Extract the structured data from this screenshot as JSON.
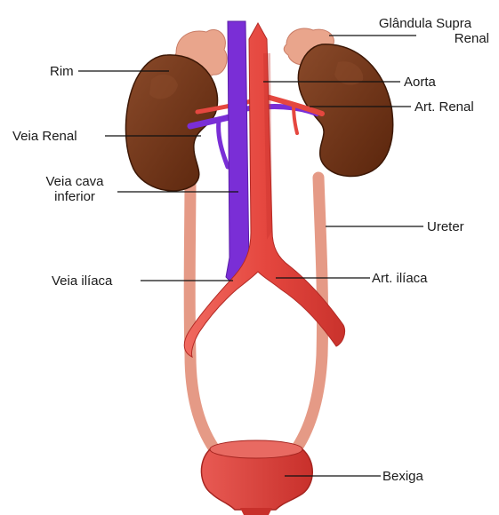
{
  "labels": {
    "glandula_line1": "Glândula Supra",
    "glandula_line2": "Renal",
    "rim": "Rim",
    "aorta": "Aorta",
    "art_renal": "Art. Renal",
    "veia_renal": "Veia Renal",
    "veia_cava_line1": "Veia cava",
    "veia_cava_line2": "inferior",
    "ureter": "Ureter",
    "veia_iliaca": "Veia ilíaca",
    "art_iliaca": "Art. ilíaca",
    "bexiga": "Bexiga"
  },
  "colors": {
    "kidney": "#6b2f12",
    "kidney_highlight": "#8a4a2a",
    "adrenal": "#e9a58c",
    "artery": "#e5473f",
    "vein": "#7a2ed6",
    "ureter": "#e59a86",
    "bladder": "#dc3f3a",
    "leader_line": "#111111"
  }
}
